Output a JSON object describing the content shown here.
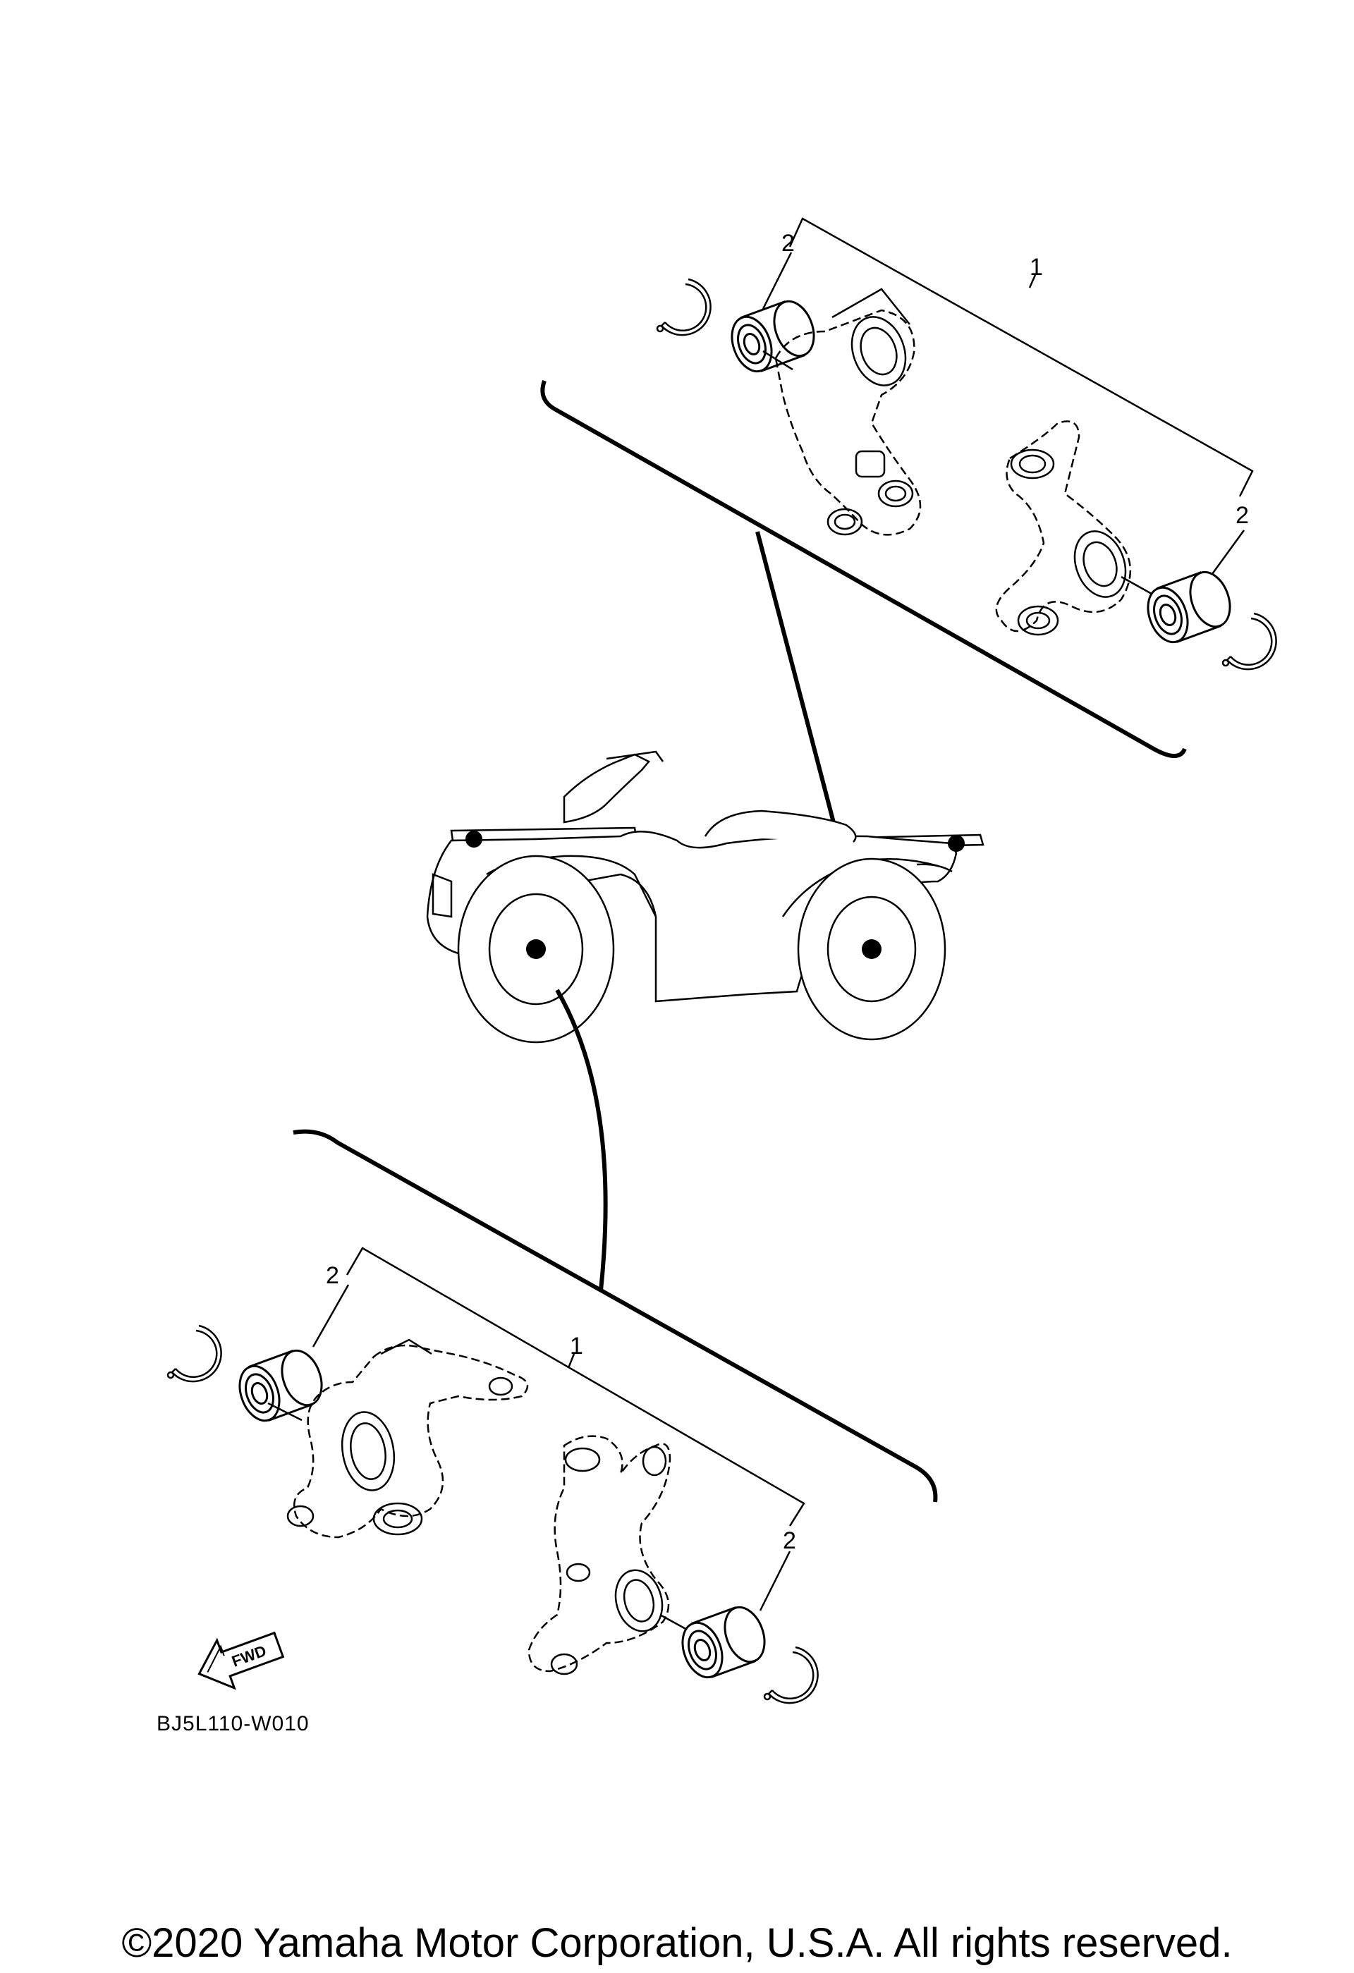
{
  "diagram": {
    "callouts": {
      "rear_assembly": "1",
      "rear_bearing_left": "2",
      "rear_bearing_right": "2",
      "front_assembly": "1",
      "front_bearing_left": "2",
      "front_bearing_right": "2"
    },
    "direction_label": "FWD",
    "drawing_code": "BJ5L110-W010",
    "icons": [
      "atv-vehicle-icon",
      "circlip-icon",
      "bearing-icon",
      "rear-knuckle-icon",
      "front-knuckle-icon",
      "fwd-arrow-icon"
    ]
  },
  "footer": {
    "copyright": "©2020 Yamaha Motor Corporation, U.S.A. All rights reserved."
  }
}
